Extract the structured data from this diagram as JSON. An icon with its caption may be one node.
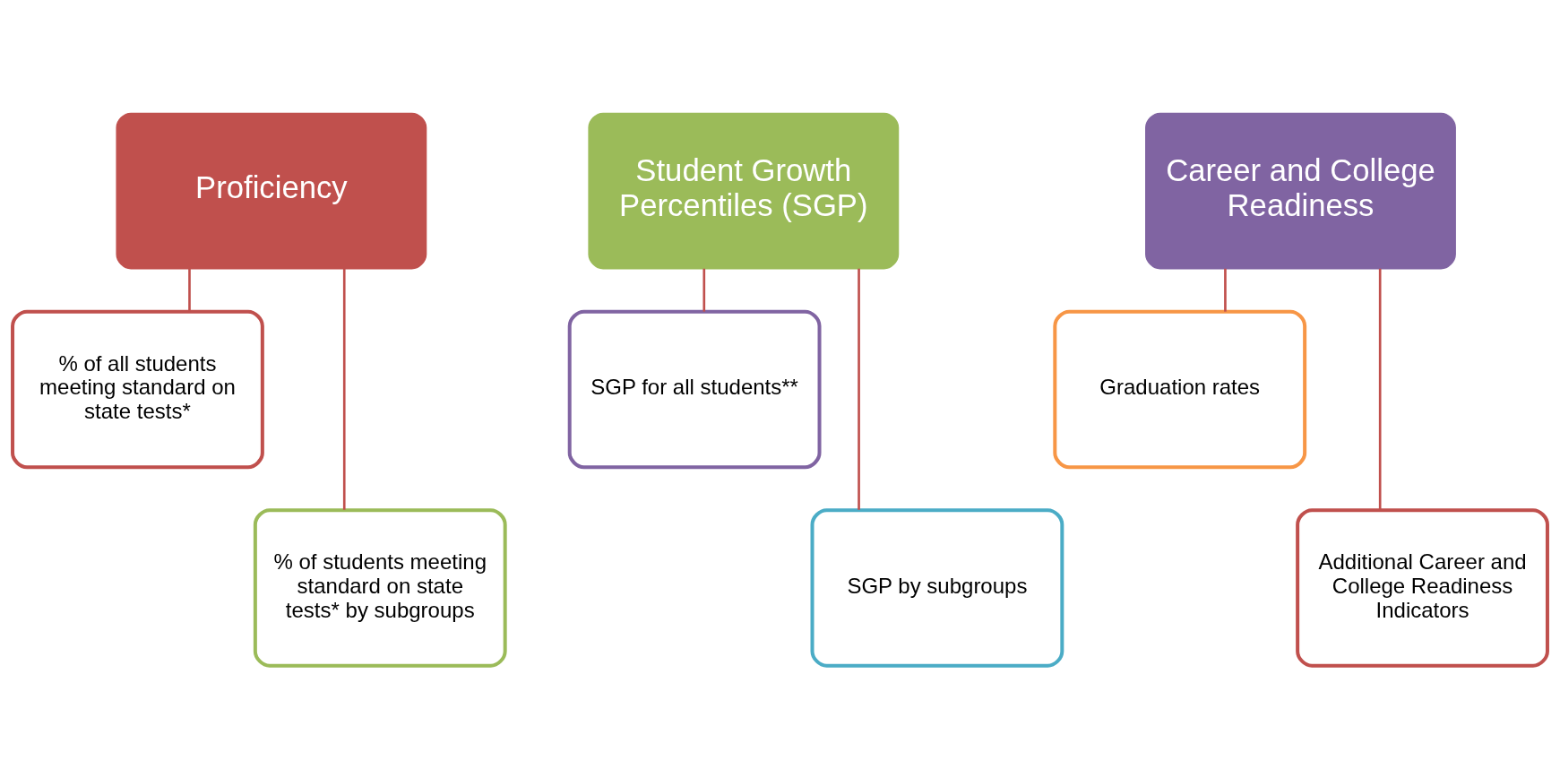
{
  "diagram": {
    "nodes": [
      {
        "text": [
          "Proficiency"
        ]
      },
      {
        "text": [
          "% of all students meeting standard on state tests*"
        ]
      },
      {
        "text": [
          "% of students meeting standard on state tests* by subgroups"
        ]
      },
      {
        "text": [
          "Student Growth Percentiles (SGP)"
        ]
      },
      {
        "text": [
          "SGP for all students**"
        ]
      },
      {
        "text": [
          "SGP by subgroups"
        ]
      },
      {
        "text": [
          "Career and College Readiness"
        ]
      },
      {
        "text": [
          "Graduation rates"
        ]
      },
      {
        "text": [
          "Additional Career and College Readiness Indicators"
        ]
      }
    ],
    "edges": [
      {
        "from": 0,
        "to": 1,
        "arrow": "none"
      },
      {
        "from": 0,
        "to": 2,
        "arrow": "none"
      },
      {
        "from": 3,
        "to": 4,
        "arrow": "none"
      },
      {
        "from": 3,
        "to": 5,
        "arrow": "none"
      },
      {
        "from": 6,
        "to": 7,
        "arrow": "none"
      },
      {
        "from": 6,
        "to": 8,
        "arrow": "none"
      }
    ]
  }
}
